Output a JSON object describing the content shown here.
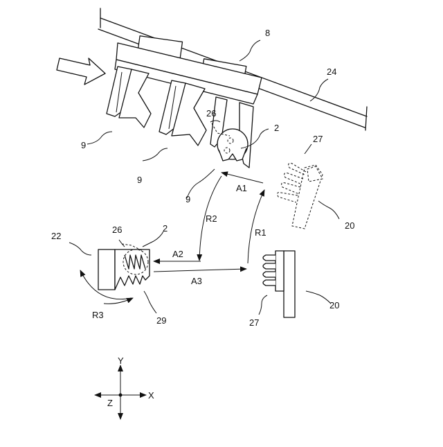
{
  "labels": {
    "n8": "8",
    "n24": "24",
    "n9a": "9",
    "n9b": "9",
    "n9c": "9",
    "n26a": "26",
    "n2a": "2",
    "n27a": "27",
    "n20a": "20",
    "nA1": "A1",
    "nR1": "R1",
    "nR2": "R2",
    "n22": "22",
    "n26b": "26",
    "n2b": "2",
    "nA2": "A2",
    "nA3": "A3",
    "nR3": "R3",
    "n29": "29",
    "n27b": "27",
    "n20b": "20"
  },
  "axes": {
    "y": "Y",
    "x": "X",
    "z": "Z"
  }
}
